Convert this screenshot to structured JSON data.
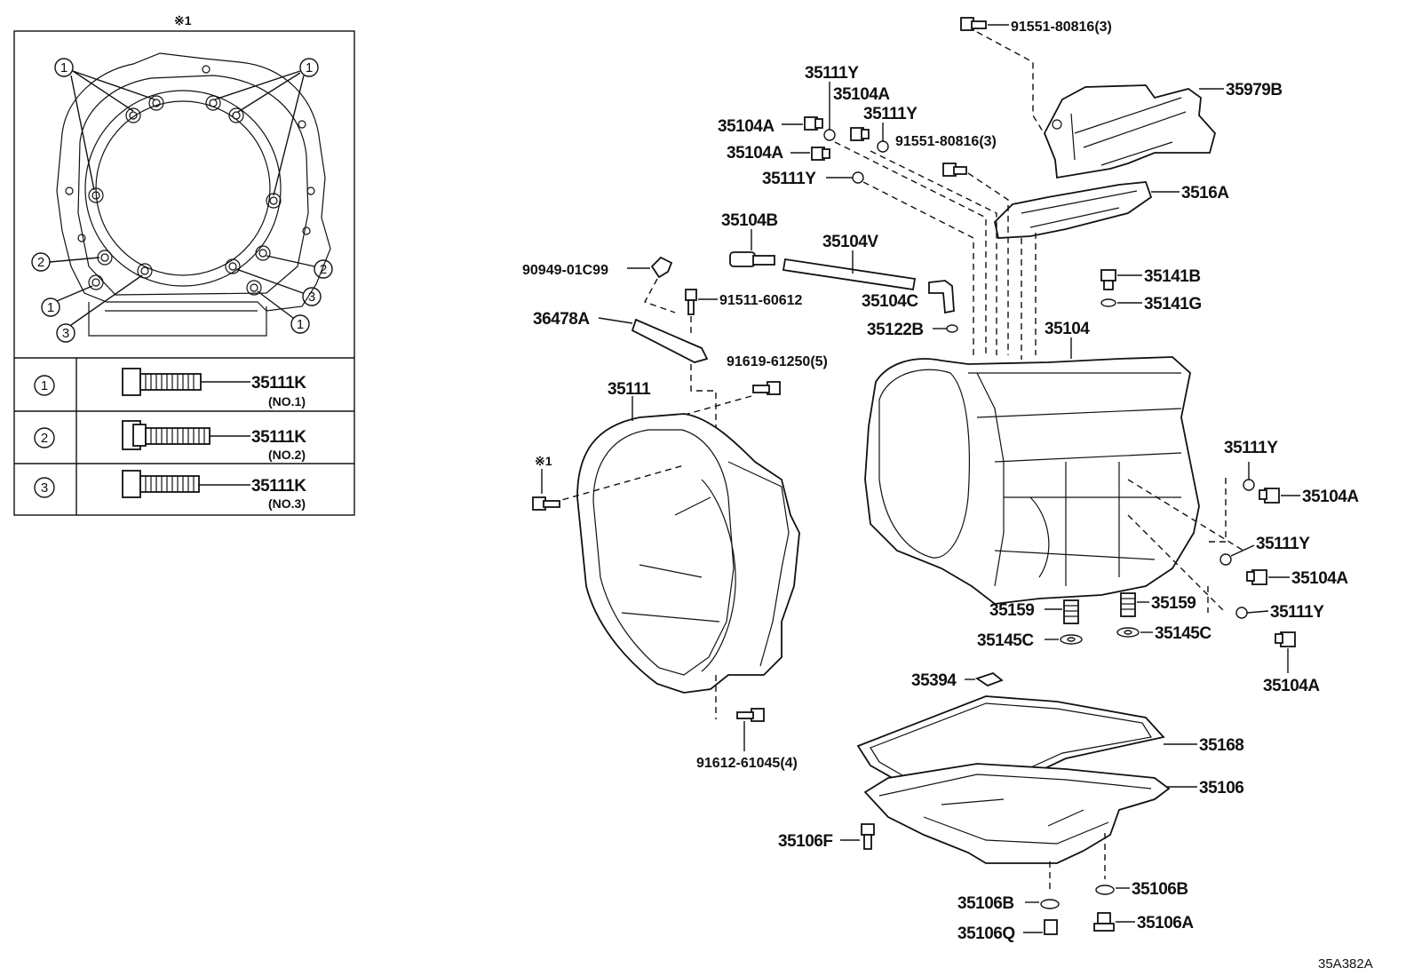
{
  "inset": {
    "marker": "※1",
    "rows": [
      {
        "num": "1",
        "part": "35111K",
        "note": "(NO.1)"
      },
      {
        "num": "2",
        "part": "35111K",
        "note": "(NO.2)"
      },
      {
        "num": "3",
        "part": "35111K",
        "note": "(NO.3)"
      }
    ],
    "callouts": [
      "1",
      "1",
      "2",
      "2",
      "3",
      "3",
      "1",
      "1"
    ]
  },
  "labels": {
    "p91551_top": "91551-80816(3)",
    "p35979B": "35979B",
    "p35111Y_a": "35111Y",
    "p35104A_a": "35104A",
    "p35104A_b": "35104A",
    "p35111Y_b": "35111Y",
    "p91551_mid": "91551-80816(3)",
    "p35104A_c": "35104A",
    "p35111Y_c": "35111Y",
    "p3516A": "3516A",
    "p35104B": "35104B",
    "p35104V": "35104V",
    "p90949": "90949-01C99",
    "p91511": "91511-60612",
    "p35104C": "35104C",
    "p36478A": "36478A",
    "p35122B": "35122B",
    "p35141B": "35141B",
    "p35141G": "35141G",
    "p35104": "35104",
    "p91619": "91619-61250(5)",
    "p35111": "35111",
    "marker_side": "※1",
    "p35111Y_d": "35111Y",
    "p35104A_d": "35104A",
    "p35111Y_e": "35111Y",
    "p35104A_e": "35104A",
    "p35111Y_f": "35111Y",
    "p35104A_f": "35104A",
    "p35159_a": "35159",
    "p35159_b": "35159",
    "p35145C_a": "35145C",
    "p35145C_b": "35145C",
    "p35394": "35394",
    "p91612": "91612-61045(4)",
    "p35168": "35168",
    "p35106": "35106",
    "p35106F": "35106F",
    "p35106B_a": "35106B",
    "p35106B_b": "35106B",
    "p35106Q": "35106Q",
    "p35106A": "35106A",
    "diagram_code": "35A382A"
  }
}
